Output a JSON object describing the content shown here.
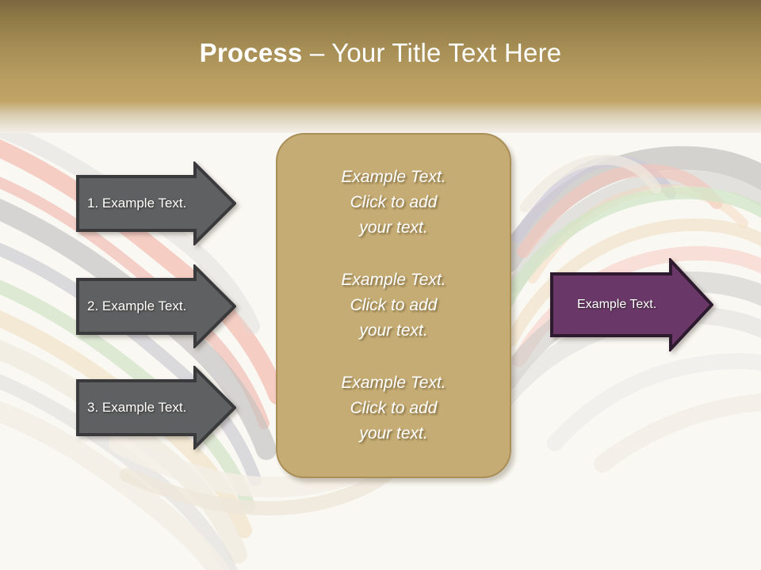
{
  "slide": {
    "title": {
      "bold_part": "Process",
      "rest_part": " – Your Title Text Here"
    },
    "background_colors": {
      "header_top": "#7B6840",
      "header_bottom": "#C1A567",
      "canvas": "#FAF8F3"
    }
  },
  "steps": [
    {
      "label": "1. Example Text.",
      "fill": "#5F6061",
      "border": "#3A3A3C"
    },
    {
      "label": "2. Example Text.",
      "fill": "#5F6061",
      "border": "#3A3A3C"
    },
    {
      "label": "3. Example Text.",
      "fill": "#5F6061",
      "border": "#3A3A3C"
    }
  ],
  "center_box": {
    "fill": "#C5AC74",
    "border": "#A98F57",
    "blocks": [
      {
        "line1": "Example Text.",
        "line2": "Click  to add",
        "line3": "your text."
      },
      {
        "line1": "Example Text.",
        "line2": "Click  to add",
        "line3": "your text."
      },
      {
        "line1": "Example Text.",
        "line2": "Click  to add",
        "line3": "your text."
      }
    ]
  },
  "result": {
    "label": "Example Text.",
    "fill": "#693868",
    "border": "#2E1A2E"
  },
  "decoration": {
    "cable_colors": [
      "#9A9A9A",
      "#B0ABC8",
      "#F0A79A",
      "#B8D9AC",
      "#EBD3A8",
      "#E8DFD0",
      "#C8C8C8"
    ]
  }
}
